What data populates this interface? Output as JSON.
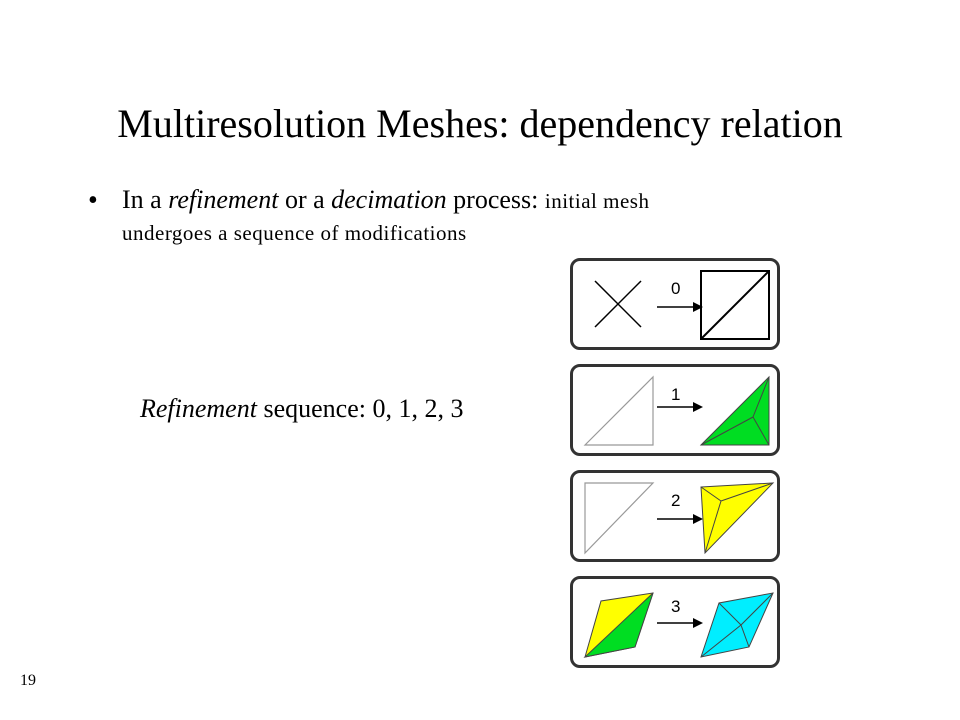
{
  "slide": {
    "title": "Multiresolution Meshes: dependency relation",
    "page_number": "19"
  },
  "bullet": {
    "prefix": "In a ",
    "refinement_word": "refinement",
    "or": " or  a ",
    "decimation_word": "decimation",
    "process": " process: ",
    "tail_line1": "initial mesh",
    "tail_line2": "undergoes a sequence of modifications"
  },
  "refinement_sequence": {
    "italic_word": "Refinement",
    "rest": " sequence:  0, 1, 2, 3"
  },
  "panels": [
    {
      "label": "0"
    },
    {
      "label": "1"
    },
    {
      "label": "2"
    },
    {
      "label": "3"
    }
  ],
  "colors": {
    "green": "#00dd22",
    "yellow": "#ffff00",
    "cyan": "#00eeff",
    "panel_border": "#333333",
    "light_stroke": "#999999"
  }
}
